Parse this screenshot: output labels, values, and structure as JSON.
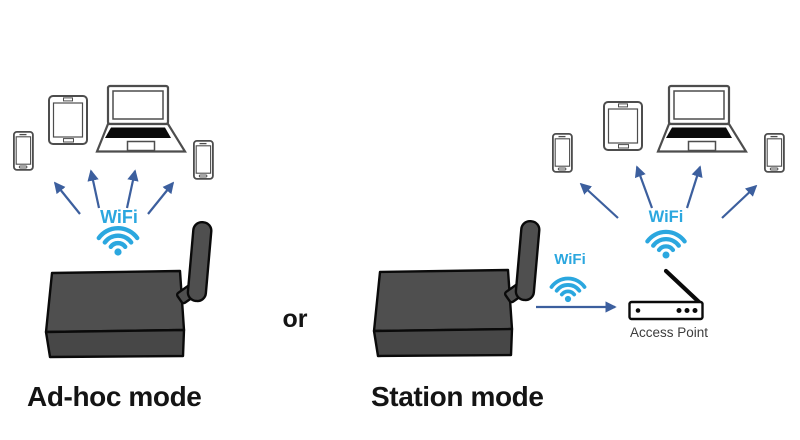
{
  "diagram": {
    "adhoc": {
      "wifi_label": "WiFi",
      "mode_label": "Ad-hoc mode",
      "devices": [
        "smartphone-icon",
        "tablet-icon",
        "laptop-icon",
        "smartphone-icon"
      ],
      "source_device": "wifi-adapter-box-with-antenna"
    },
    "or_label": "or",
    "station": {
      "link_wifi_label": "WiFi",
      "ap_wifi_label": "WiFi",
      "access_point_label": "Access Point",
      "mode_label": "Station mode",
      "devices": [
        "smartphone-icon",
        "tablet-icon",
        "laptop-icon",
        "smartphone-icon"
      ],
      "source_device": "wifi-adapter-box-with-antenna"
    },
    "colors": {
      "wifi_blue": "#2BA7DF",
      "arrow_blue": "#3C5F9E",
      "device_fill": "#4F4F4F",
      "device_front_fill": "#474747",
      "outline_black": "#0A0A0A",
      "device_outline_gray": "#4D4D4D",
      "label_black": "#141414",
      "access_point_text": "#3D3D3D"
    }
  }
}
